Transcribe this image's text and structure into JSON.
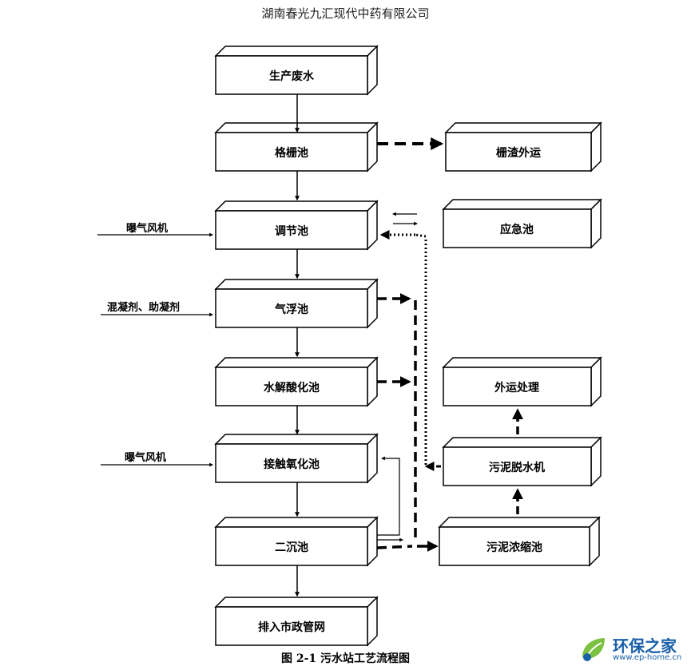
{
  "header": {
    "company": "湖南春光九汇现代中药有限公司"
  },
  "boxes": {
    "waste_water": "生产废水",
    "grille": "格栅池",
    "grille_residue": "栅渣外运",
    "regulating": "调节池",
    "emergency": "应急池",
    "flotation": "气浮池",
    "hydrolysis": "水解酸化池",
    "contact_oxidation": "接触氧化池",
    "secondary_settling": "二沉池",
    "discharge": "排入市政管网",
    "external_disposal": "外运处理",
    "sludge_dewater": "污泥脱水机",
    "sludge_thicken": "污泥浓缩池"
  },
  "inputs": {
    "aeration_fan_1": "曝气风机",
    "coagulant": "混凝剂、助凝剂",
    "aeration_fan_2": "曝气风机"
  },
  "caption": "图 2-1 污水站工艺流程图",
  "watermark": {
    "title": "环保之家",
    "url": "www.ep-home.cn"
  }
}
